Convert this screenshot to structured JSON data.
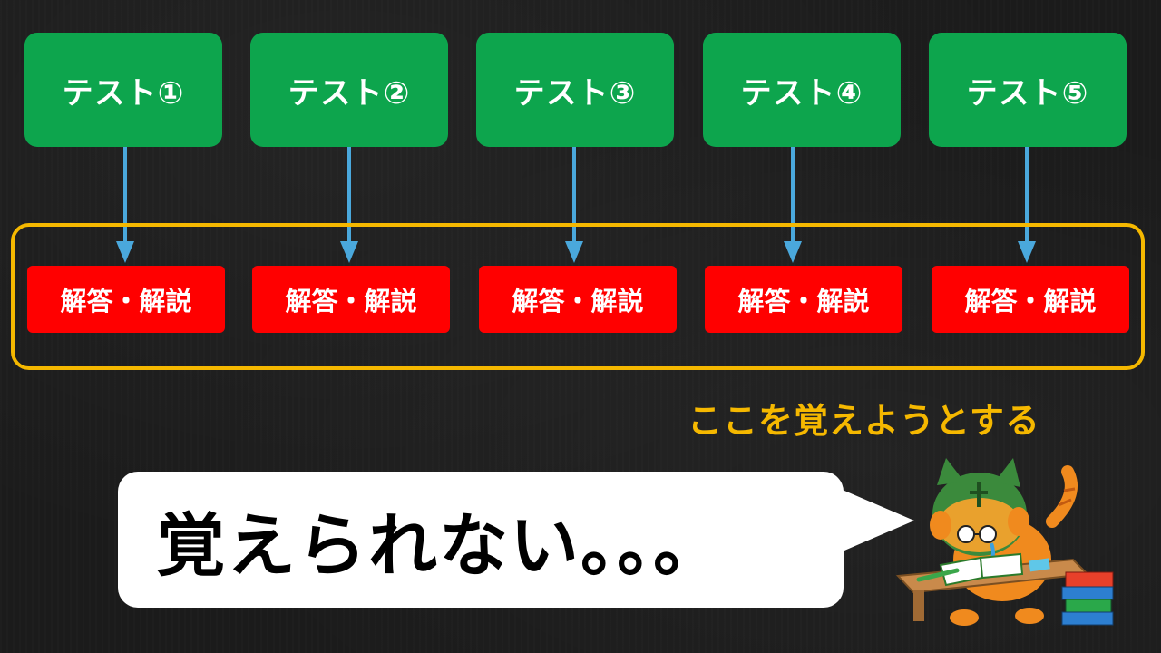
{
  "tests": [
    {
      "label": "テスト①"
    },
    {
      "label": "テスト②"
    },
    {
      "label": "テスト③"
    },
    {
      "label": "テスト④"
    },
    {
      "label": "テスト⑤"
    }
  ],
  "answers": [
    {
      "label": "解答・解説"
    },
    {
      "label": "解答・解説"
    },
    {
      "label": "解答・解説"
    },
    {
      "label": "解答・解説"
    },
    {
      "label": "解答・解説"
    }
  ],
  "note": "ここを覚えようとする",
  "speech": "覚えられない。。。",
  "colors": {
    "background": "#1b1b1b",
    "test_box": "#0da54d",
    "answer_box": "#ff0000",
    "arrow": "#4aa8dc",
    "highlight": "#f5b800",
    "bubble": "#ffffff"
  }
}
